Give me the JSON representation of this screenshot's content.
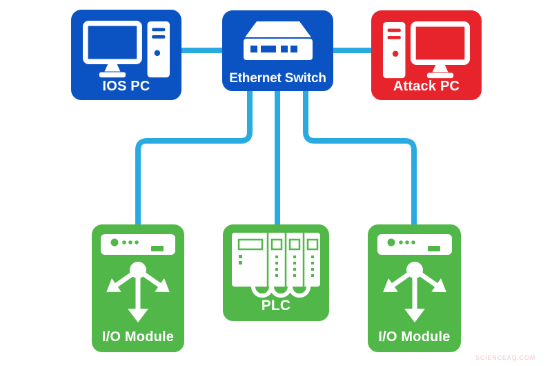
{
  "colors": {
    "background": "#FFFFFF",
    "link": "#29ABE2",
    "node_blue": "#0B52C3",
    "node_red": "#E7242C",
    "node_green": "#50B748"
  },
  "nodes": {
    "ios_pc": {
      "label": "IOS PC",
      "color": "#0B52C3",
      "icon": "desktop-pc-icon"
    },
    "ethernet_switch": {
      "label": "Ethernet Switch",
      "color": "#0B52C3",
      "icon": "ethernet-switch-icon"
    },
    "attack_pc": {
      "label": "Attack PC",
      "color": "#E7242C",
      "icon": "desktop-pc-icon"
    },
    "io_module_left": {
      "label": "I/O Module",
      "color": "#50B748",
      "icon": "io-module-icon"
    },
    "plc": {
      "label": "PLC",
      "color": "#50B748",
      "icon": "plc-icon"
    },
    "io_module_right": {
      "label": "I/O Module",
      "color": "#50B748",
      "icon": "io-module-icon"
    }
  },
  "connections": [
    {
      "from": "IOS PC",
      "to": "Ethernet Switch"
    },
    {
      "from": "Ethernet Switch",
      "to": "Attack PC"
    },
    {
      "from": "Ethernet Switch",
      "to": "I/O Module (left)"
    },
    {
      "from": "Ethernet Switch",
      "to": "PLC"
    },
    {
      "from": "Ethernet Switch",
      "to": "I/O Module (right)"
    }
  ],
  "watermark": "SCIENCEAQ.COM"
}
